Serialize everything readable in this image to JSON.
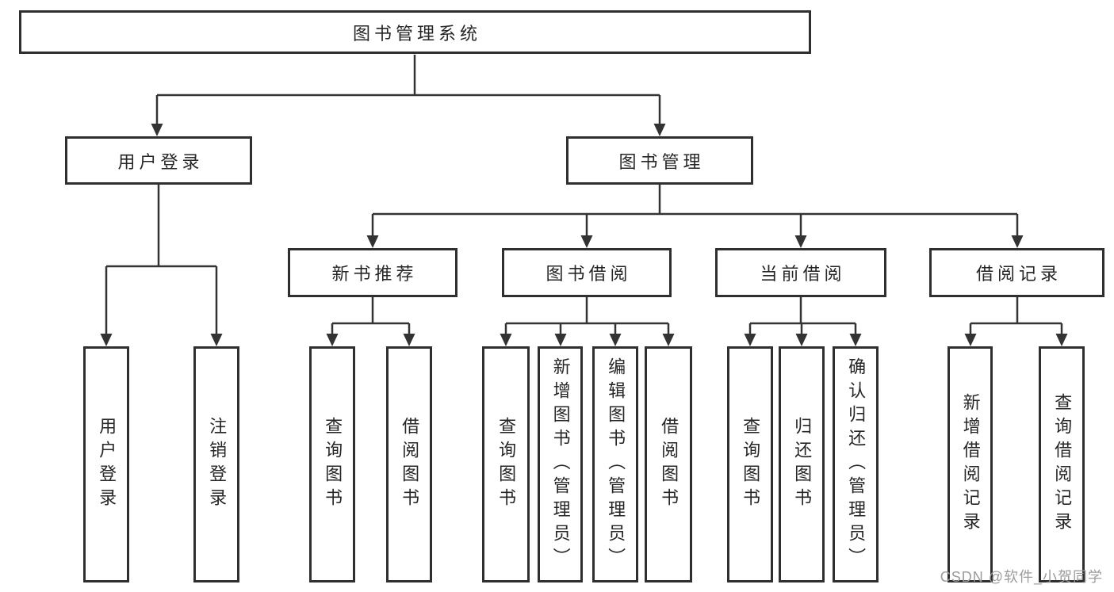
{
  "diagram": {
    "title": "图书管理系统",
    "level2": {
      "user_login": "用户登录",
      "book_mgmt": "图书管理"
    },
    "level3": {
      "new_books": "新书推荐",
      "borrowing": "图书借阅",
      "current": "当前借阅",
      "records": "借阅记录"
    },
    "leaves": {
      "user_login": [
        "用户登录",
        "注销登录"
      ],
      "new_books": [
        "查询图书",
        "借阅图书"
      ],
      "borrowing": [
        "查询图书",
        "新增图书（管理员）",
        "编辑图书（管理员）",
        "借阅图书"
      ],
      "current": [
        "查询图书",
        "归还图书",
        "确认归还（管理员）"
      ],
      "records": [
        "新增借阅记录",
        "查询借阅记录"
      ]
    }
  },
  "watermark": "CSDN @软件_小贺同学",
  "colors": {
    "background": "#ffffff",
    "line": "#333333",
    "box_border": "#2f2f2f",
    "text": "#262626",
    "watermark": "#9c9c9c"
  }
}
